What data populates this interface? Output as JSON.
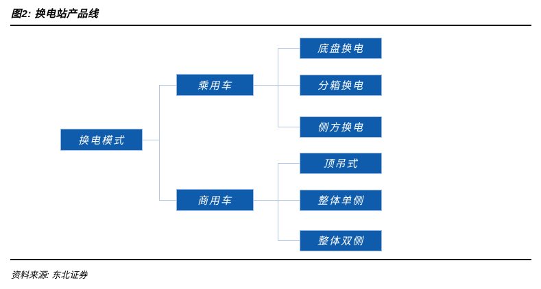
{
  "figure": {
    "title": "图2:  换电站产品线",
    "source": "资料来源:  东北证券"
  },
  "colors": {
    "node_fill": "#0F5CAC",
    "node_border": "#9CBCE3",
    "connector": "#AFC6E9",
    "rule": "#000000",
    "node_text": "#FFFFFF"
  },
  "chart_data": {
    "type": "diagram",
    "title": "图2:  换电站产品线",
    "orientation": "left-to-right tree",
    "root": "换电模式",
    "branches": [
      {
        "label": "乘用车",
        "children": [
          "底盘换电",
          "分箱换电",
          "侧方换电"
        ]
      },
      {
        "label": "商用车",
        "children": [
          "顶吊式",
          "整体单侧",
          "整体双侧"
        ]
      }
    ]
  },
  "diagram": {
    "root": {
      "label": "换电模式"
    },
    "level2": [
      {
        "label": "乘用车"
      },
      {
        "label": "商用车"
      }
    ],
    "passenger_leaves": [
      {
        "label": "底盘换电"
      },
      {
        "label": "分箱换电"
      },
      {
        "label": "侧方换电"
      }
    ],
    "commercial_leaves": [
      {
        "label": "顶吊式"
      },
      {
        "label": "整体单侧"
      },
      {
        "label": "整体双侧"
      }
    ]
  }
}
